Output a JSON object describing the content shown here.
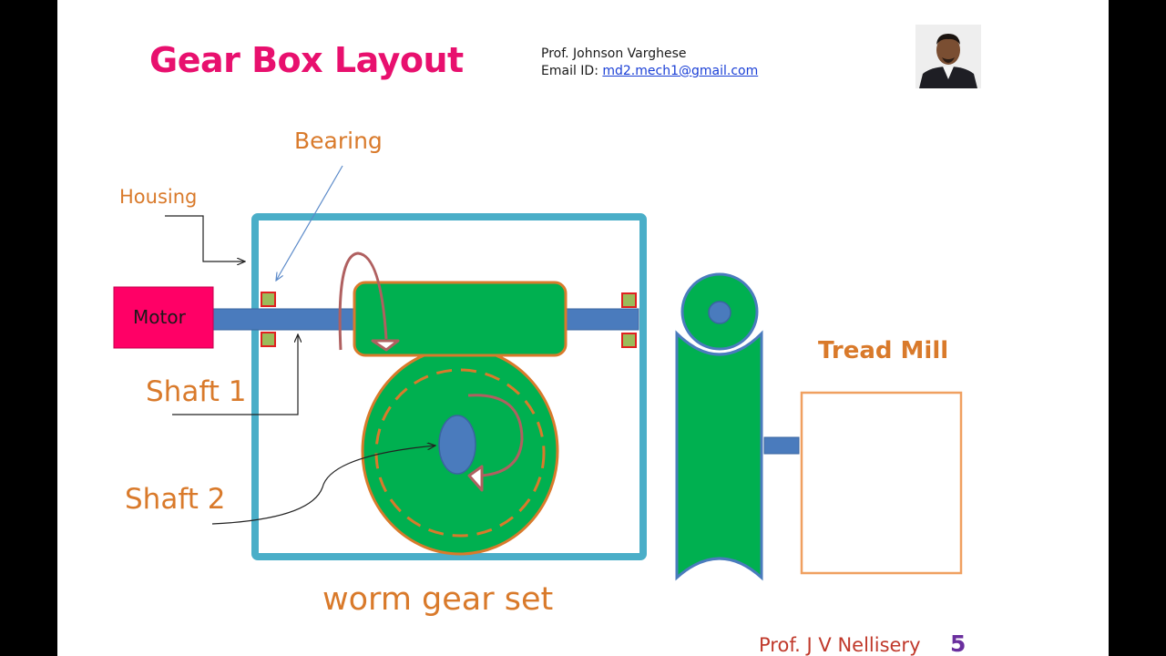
{
  "slide": {
    "title": "Gear Box Layout",
    "author_name": "Prof. Johnson Varghese",
    "email_prefix": "Email ID: ",
    "email": "md2.mech1@gmail.com",
    "footer_name": "Prof. J V  Nellisery",
    "page_number": "5"
  },
  "diagram": {
    "labels": {
      "housing": "Housing",
      "bearing": "Bearing",
      "motor": "Motor",
      "shaft1": "Shaft 1",
      "shaft2": "Shaft 2",
      "worm_gear_set": "worm gear set",
      "tread_mill": "Tread Mill"
    }
  },
  "colors": {
    "title": "#e8106e",
    "label": "#d97a2b",
    "housing": "#4aaec8",
    "shaft": "#4a7bbd",
    "gear": "#00b050",
    "motor": "#ff0066",
    "bearing": "#9bbb59",
    "bearing_border": "#e02020",
    "rotation_arrow": "#b06060"
  }
}
